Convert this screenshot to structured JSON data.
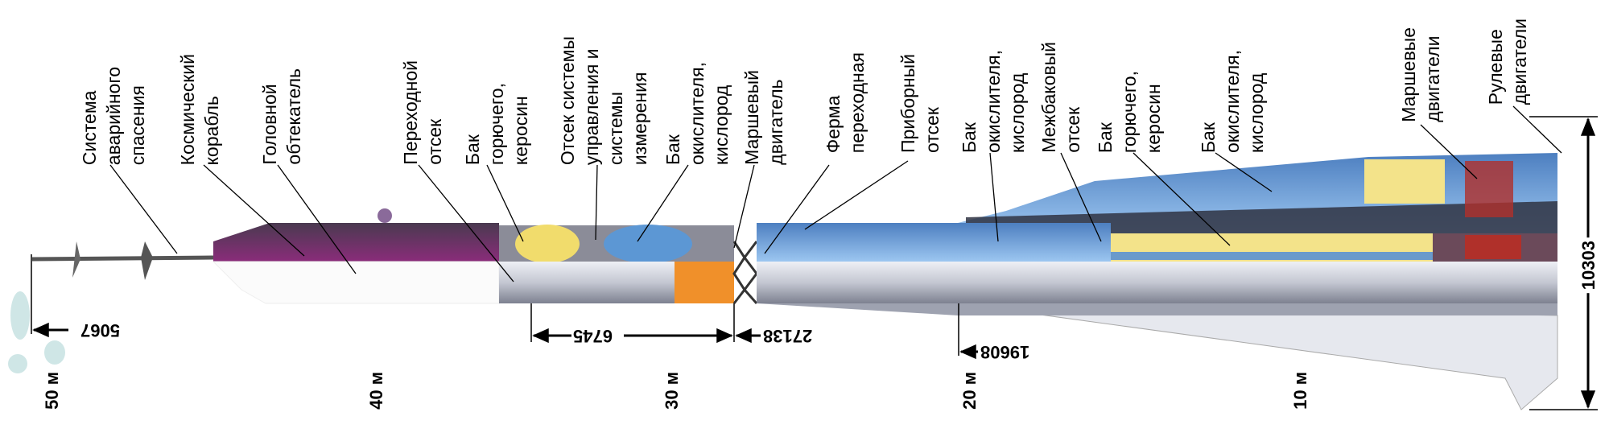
{
  "labels": [
    "Система\nаварийного\nспасения",
    "Космический\nкорабль",
    "Головной\nобтекатель",
    "Переходной\nотсек",
    "Бак\nгорючего,\nкеросин",
    "Отсек системы\nуправления и\nсистемы\nизмерения",
    "Бак\nокислителя,\nкислород",
    "Маршевый\nдвигатель",
    "Ферма\nпереходная",
    "Приборный\nотсек",
    "Бак\nокислителя,\nкислород",
    "Межбаковый\nотсек",
    "Бак\nгорючего,\nкеросин",
    "Бак\nокислителя,\nкислород",
    "Маршевые\nдвигатели",
    "Рулевые\nдвигатели"
  ],
  "dimensions": {
    "d5067": "5067",
    "d6745": "6745",
    "d27138": "27138",
    "d19608": "19608",
    "d10303": "10303"
  },
  "scale": [
    "50 м",
    "40 м",
    "30 м",
    "20 м",
    "10 м"
  ],
  "colors": {
    "fairing": "#7a2a6a",
    "fuel": "#f3e27a",
    "oxidizer": "#7fb2e6",
    "body": "#c9ccd6",
    "dark": "#3a3d4a",
    "band": "#f08a2a",
    "engine": "#b0302a"
  }
}
